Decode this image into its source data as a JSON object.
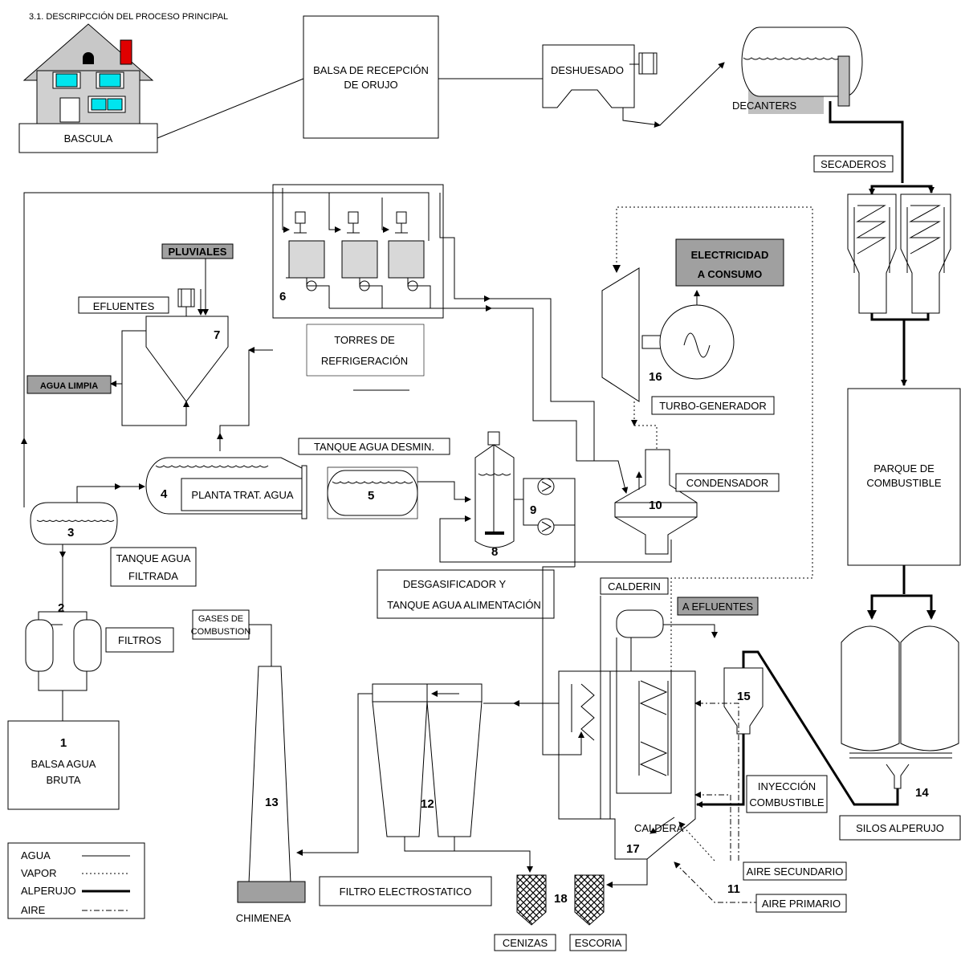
{
  "title": "3.1. DESCRIPCCIÓN DEL PROCESO PRINCIPAL",
  "labels": {
    "bascula": "BASCULA",
    "balsa_orujo_1": "BALSA DE RECEPCIÓN",
    "balsa_orujo_2": "DE ORUJO",
    "deshuesado": "DESHUESADO",
    "decanters": "DECANTERS",
    "secaderos": "SECADEROS",
    "parque_1": "PARQUE DE",
    "parque_2": "COMBUSTIBLE",
    "silos": "SILOS ALPERUJO",
    "electricidad_1": "ELECTRICIDAD",
    "electricidad_2": "A CONSUMO",
    "turbo": "TURBO-GENERADOR",
    "condensador": "CONDENSADOR",
    "torres_1": "TORRES DE",
    "torres_2": "REFRIGERACIÓN",
    "pluviales": "PLUVIALES",
    "efluentes": "EFLUENTES",
    "agua_limpia": "AGUA LIMPIA",
    "tanque_desmin": "TANQUE AGUA DESMIN.",
    "planta_trat": "PLANTA TRAT. AGUA",
    "tanque_filtrada_1": "TANQUE AGUA",
    "tanque_filtrada_2": "FILTRADA",
    "desgas_1": "DESGASIFICADOR Y",
    "desgas_2": "TANQUE AGUA ALIMENTACIÓN",
    "filtros": "FILTROS",
    "balsa_bruta_1": "BALSA AGUA",
    "balsa_bruta_2": "BRUTA",
    "gases_1": "GASES DE",
    "gases_2": "COMBUSTION",
    "calderin": "CALDERIN",
    "a_efluentes": "A EFLUENTES",
    "inyeccion_1": "INYECCIÓN",
    "inyeccion_2": "COMBUSTIBLE",
    "caldera": "CALDERA",
    "aire_secundario": "AIRE SECUNDARIO",
    "aire_primario": "AIRE PRIMARIO",
    "filtro_electro": "FILTRO ELECTROSTATICO",
    "chimenea": "CHIMENEA",
    "cenizas": "CENIZAS",
    "escoria": "ESCORIA"
  },
  "numbers": {
    "n1": "1",
    "n2": "2",
    "n3": "3",
    "n4": "4",
    "n5": "5",
    "n6": "6",
    "n7": "7",
    "n8": "8",
    "n9": "9",
    "n10": "10",
    "n11": "11",
    "n12": "12",
    "n13": "13",
    "n14": "14",
    "n15": "15",
    "n16": "16",
    "n17": "17",
    "n18": "18"
  },
  "legend": {
    "agua": "AGUA",
    "vapor": "VAPOR",
    "alperujo": "ALPERUJO",
    "aire": "AIRE"
  },
  "colors": {
    "window": "#00e5ee",
    "chimney_red": "#e00000",
    "grey_fill": "#a0a0a0"
  }
}
